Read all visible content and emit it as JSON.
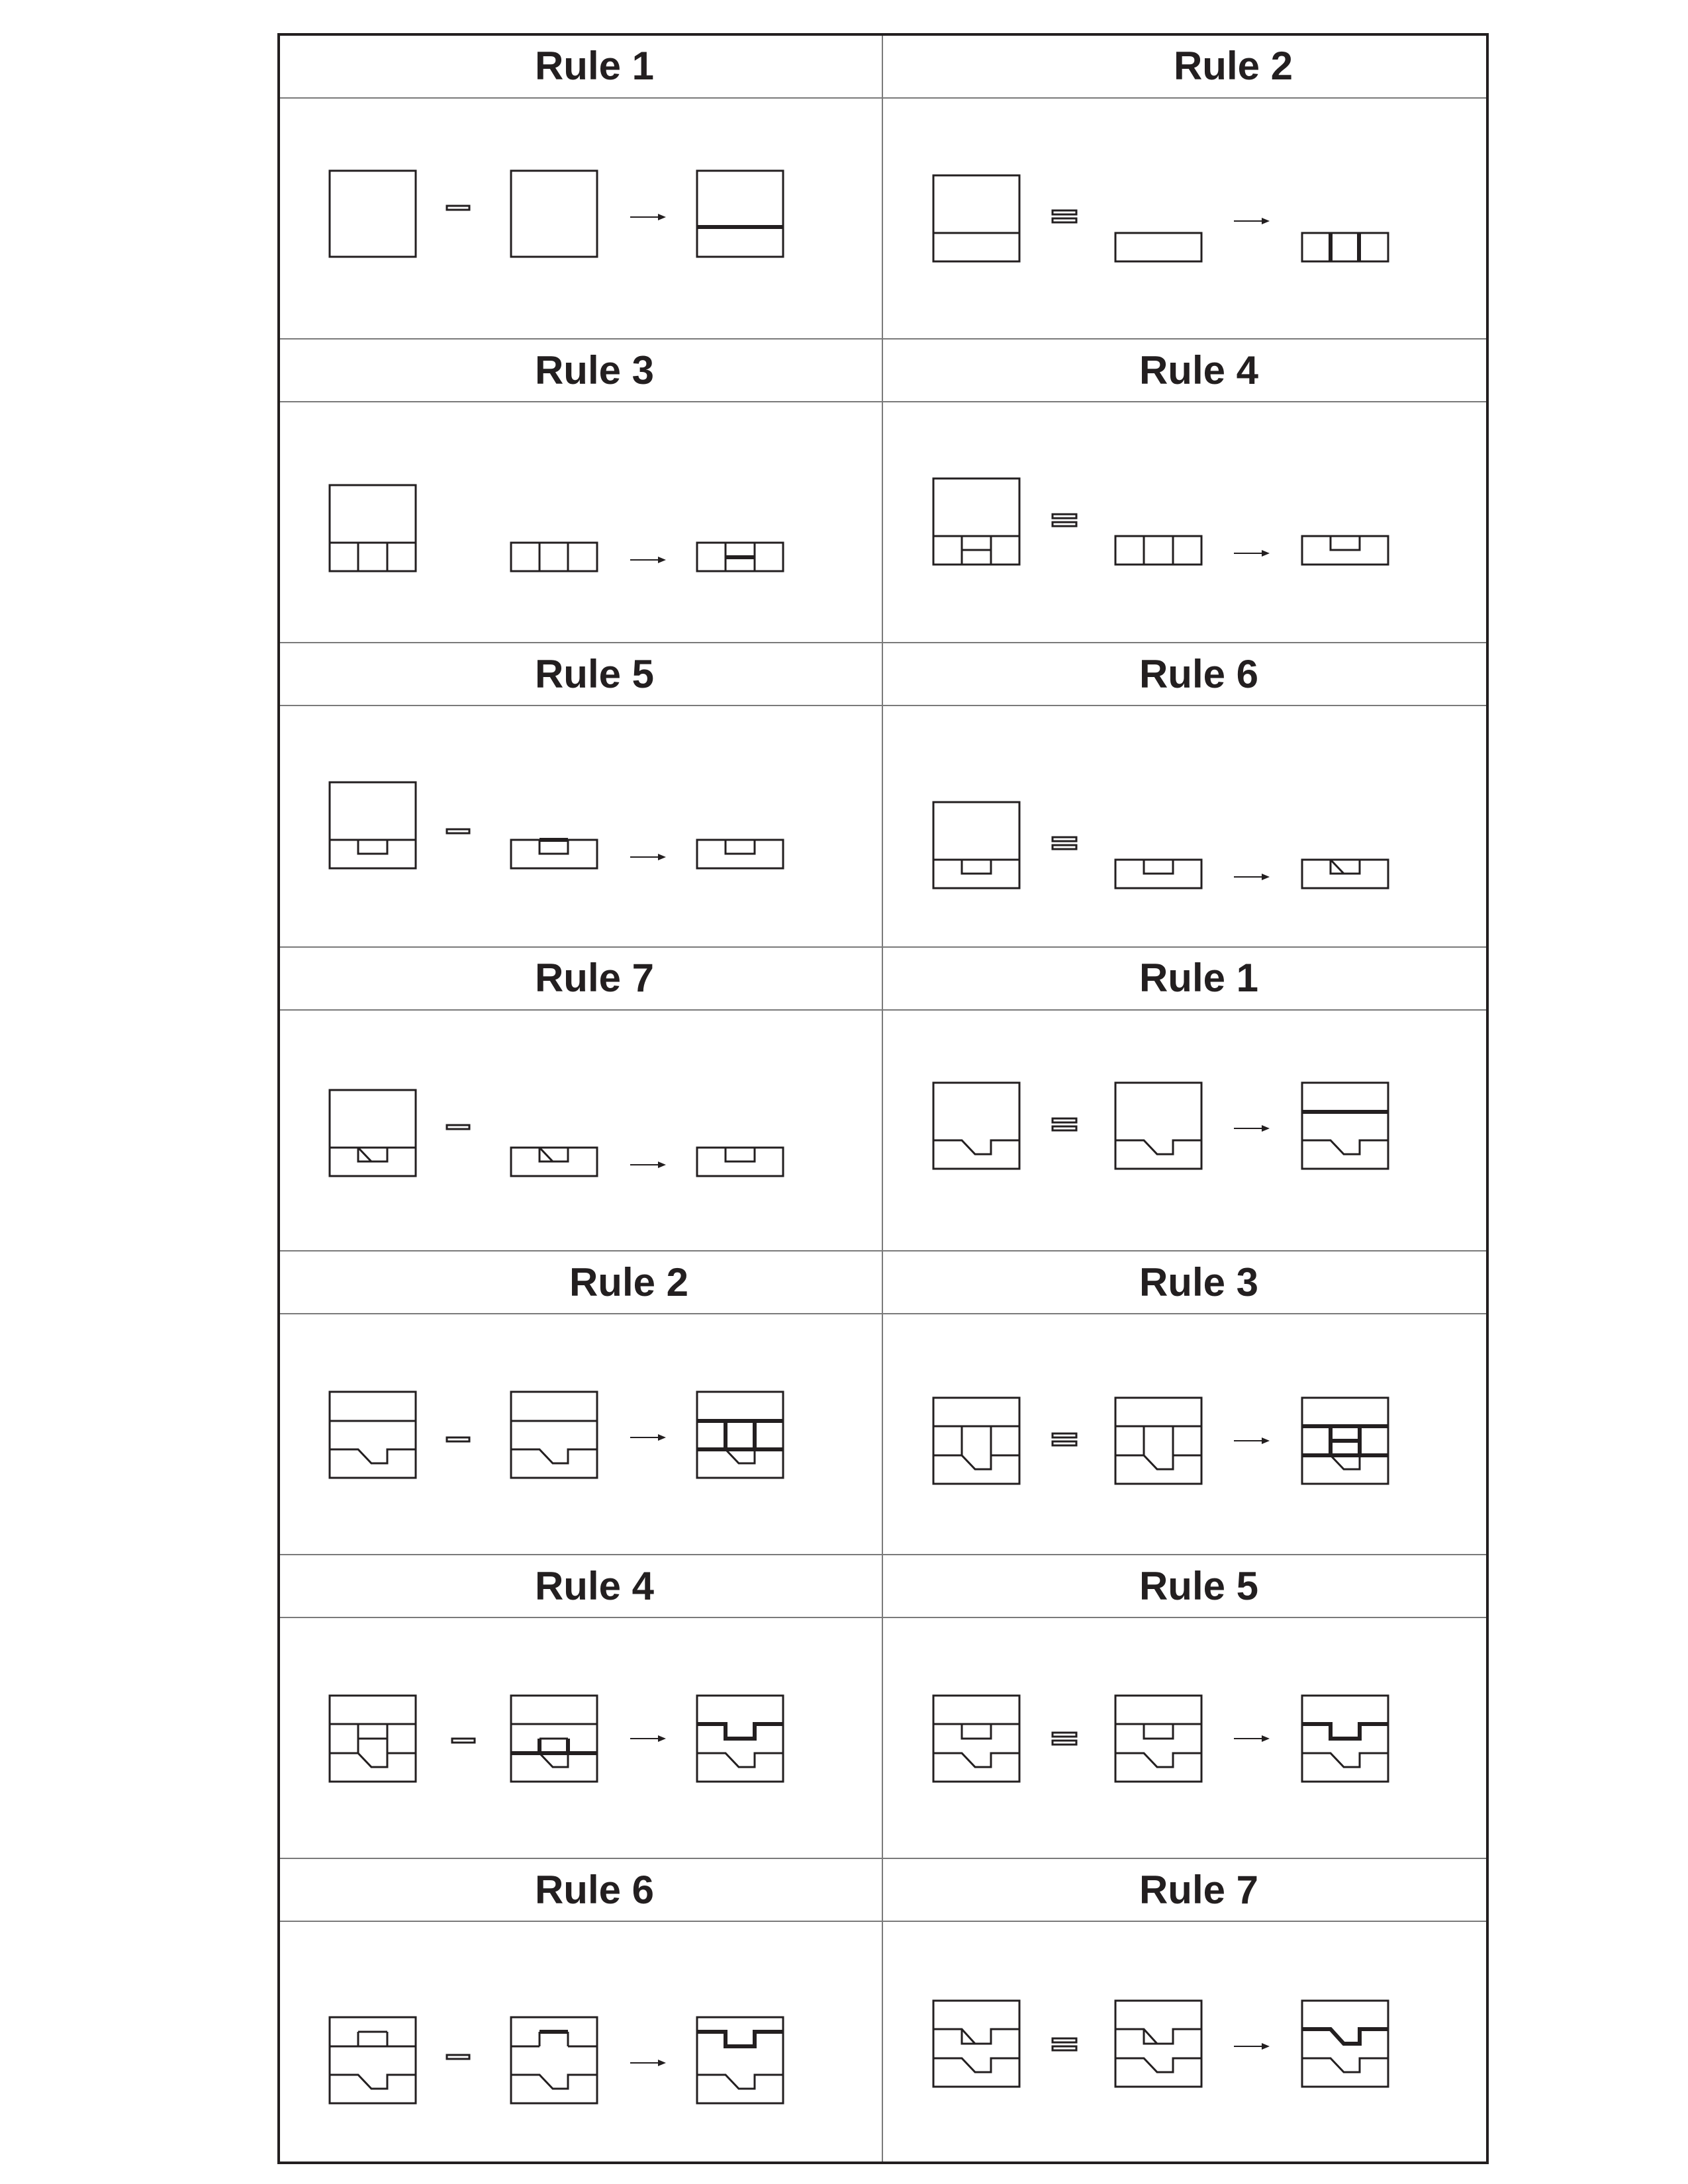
{
  "table": {
    "cells": [
      {
        "title": "Rule 1"
      },
      {
        "title": "Rule 2"
      },
      {
        "title": "Rule 3"
      },
      {
        "title": "Rule 4"
      },
      {
        "title": "Rule 5"
      },
      {
        "title": "Rule 6"
      },
      {
        "title": "Rule 7"
      },
      {
        "title": "Rule 1"
      },
      {
        "title": "Rule 2"
      },
      {
        "title": "Rule 3"
      },
      {
        "title": "Rule 4"
      },
      {
        "title": "Rule 5"
      },
      {
        "title": "Rule 6"
      },
      {
        "title": "Rule 7"
      }
    ]
  },
  "colors": {
    "ink": "#231f20",
    "grid": "#7a7a7a",
    "background": "#ffffff"
  }
}
